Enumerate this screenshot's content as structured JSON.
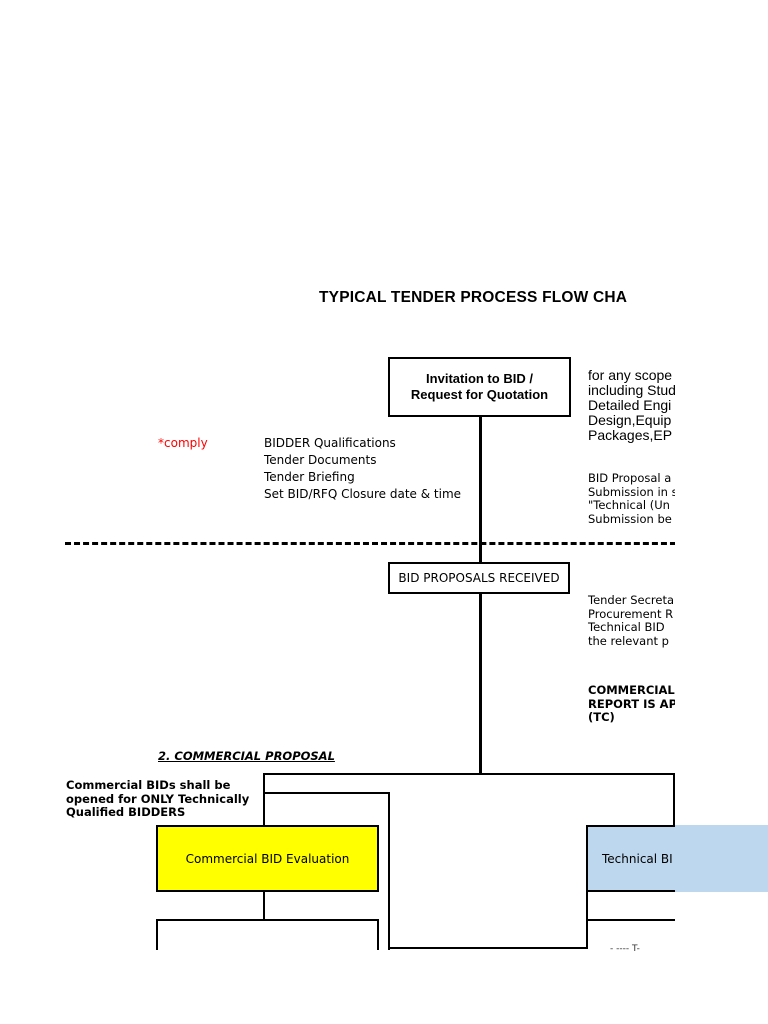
{
  "title": "TYPICAL TENDER PROCESS  FLOW CHA",
  "boxes": {
    "invitation": [
      "Invitation to BID /",
      "Request for Quotation"
    ],
    "received": "BID PROPOSALS RECEIVED",
    "commercial_eval": "Commercial BID Evaluation",
    "technical_eval": "Technical BI"
  },
  "comply": "*comply",
  "bidder_list": [
    "BIDDER Qualifications",
    "Tender Documents",
    "Tender Briefing",
    "Set BID/RFQ Closure date & time"
  ],
  "scope_note": [
    "for any scope",
    "including Stud",
    "Detailed Engi",
    "Design,Equip",
    "Packages,EP"
  ],
  "bid_proposal_note": [
    "BID Proposal a",
    "Submission in s",
    "\"Technical (Un",
    "Submission be"
  ],
  "tender_secretariat_note": [
    "Tender Secreta",
    "Procurement R",
    "Technical BID",
    " the relevant p"
  ],
  "commercial_report_note": [
    "COMMERCIAL",
    "REPORT IS APP",
    "(TC)"
  ],
  "section_heading": "2. COMMERCIAL PROPOSAL",
  "commercial_bids_note": [
    "Commercial BIDs shall be",
    "opened for ONLY Technically",
    "Qualified BIDDERS"
  ],
  "fragment": "- ---- T-"
}
